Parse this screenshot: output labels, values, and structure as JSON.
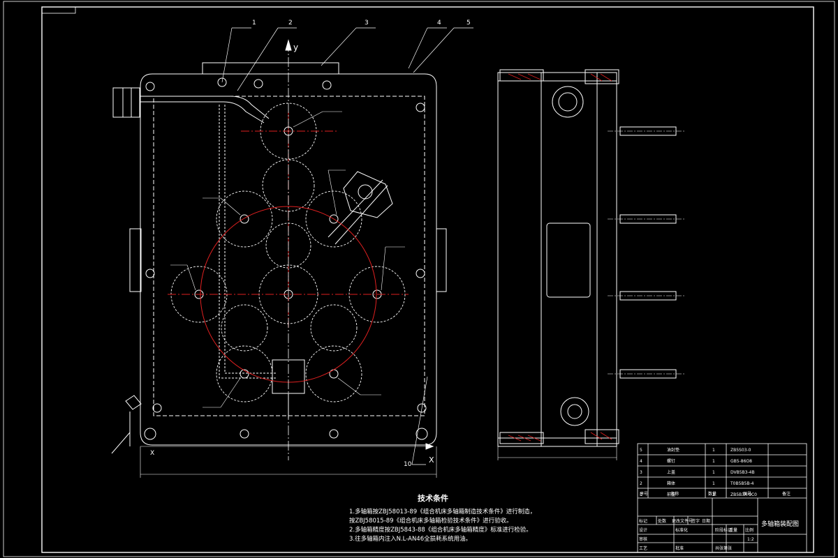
{
  "balloons": [
    "1",
    "2",
    "3",
    "4",
    "5",
    "10"
  ],
  "axes": {
    "y": "y",
    "x": "X",
    "x_left": "X"
  },
  "tech": {
    "title": "技术条件",
    "notes": [
      "1.多轴箱按ZBJ58013-89《组合机床多轴箱制造技术条件》进行制造，",
      "   按ZBJ58015-89《组合机床多轴箱检验技术条件》进行验收。",
      "2.多轴箱精度按ZBJ5843-88《组合机床多轴箱精度》标准进行检验。",
      "3.往多轴箱内注入N.L-AN46全损耗系统用油。"
    ]
  },
  "title_block": {
    "drawing_name": "多轴箱装配图",
    "rows": [
      {
        "no": "5",
        "name": "油封垫",
        "qty": "1",
        "code": "ZB5S03-0",
        "remark": ""
      },
      {
        "no": "4",
        "name": "螺钉",
        "qty": "1",
        "code": "GB5-86O8",
        "remark": ""
      },
      {
        "no": "3",
        "name": "上盖",
        "qty": "1",
        "code": "DVB5B3-4B",
        "remark": ""
      },
      {
        "no": "2",
        "name": "箱体",
        "qty": "1",
        "code": "T0B5B5B-4",
        "remark": ""
      },
      {
        "no": "1",
        "name": "前盖",
        "qty": "1",
        "code": "ZB5B3A-0C0",
        "remark": ""
      }
    ],
    "header": {
      "no": "序号",
      "name": "名称",
      "qty": "数量",
      "code": "图号",
      "remark": "备注"
    },
    "sign_labels": [
      "标记",
      "处数",
      "更改文件号",
      "签字",
      "日期"
    ],
    "role_labels": [
      "设计",
      "审核",
      "工艺"
    ],
    "misc_labels": [
      "标准化",
      "批准",
      "阶段标记",
      "重量",
      "比例",
      "共张第张"
    ],
    "scale": "1:2"
  }
}
